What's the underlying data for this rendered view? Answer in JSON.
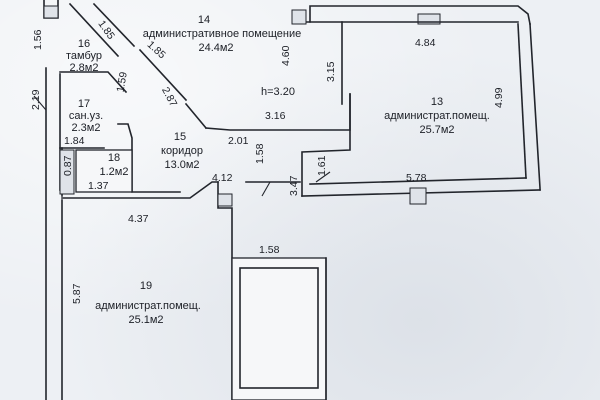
{
  "rooms": {
    "r14": {
      "number": "14",
      "name": "административное помещение",
      "area": "24.4м2"
    },
    "r13": {
      "number": "13",
      "name": "администрат.помещ.",
      "area": "25.7м2"
    },
    "r15": {
      "number": "15",
      "name": "коридор",
      "area": "13.0м2"
    },
    "r16": {
      "number": "16",
      "name": "тамбур",
      "area": "2.8м2"
    },
    "r17": {
      "number": "17",
      "name": "сан.уз.",
      "area": "2.3м2"
    },
    "r18": {
      "number": "18",
      "area": "1.2м2"
    },
    "r19": {
      "number": "19",
      "name": "администрат.помещ.",
      "area": "25.1м2"
    }
  },
  "ceiling_height": "h=3.20",
  "dimensions": {
    "d156": "1.56",
    "d185a": "1.85",
    "d185b": "1.85",
    "d460": "4.60",
    "d484": "4.84",
    "d499": "4.99",
    "d315": "3.15",
    "d159": "1.59",
    "d287": "2.87",
    "d219": "2.19",
    "d316": "3.16",
    "d201": "2.01",
    "d158a": "1.58",
    "d161": "1.61",
    "d184": "1.84",
    "d087": "0.87",
    "d137": "1.37",
    "d412": "4.12",
    "d347": "3.47",
    "d578": "5.78",
    "d437": "4.37",
    "d158b": "1.58",
    "d587": "5.87"
  }
}
